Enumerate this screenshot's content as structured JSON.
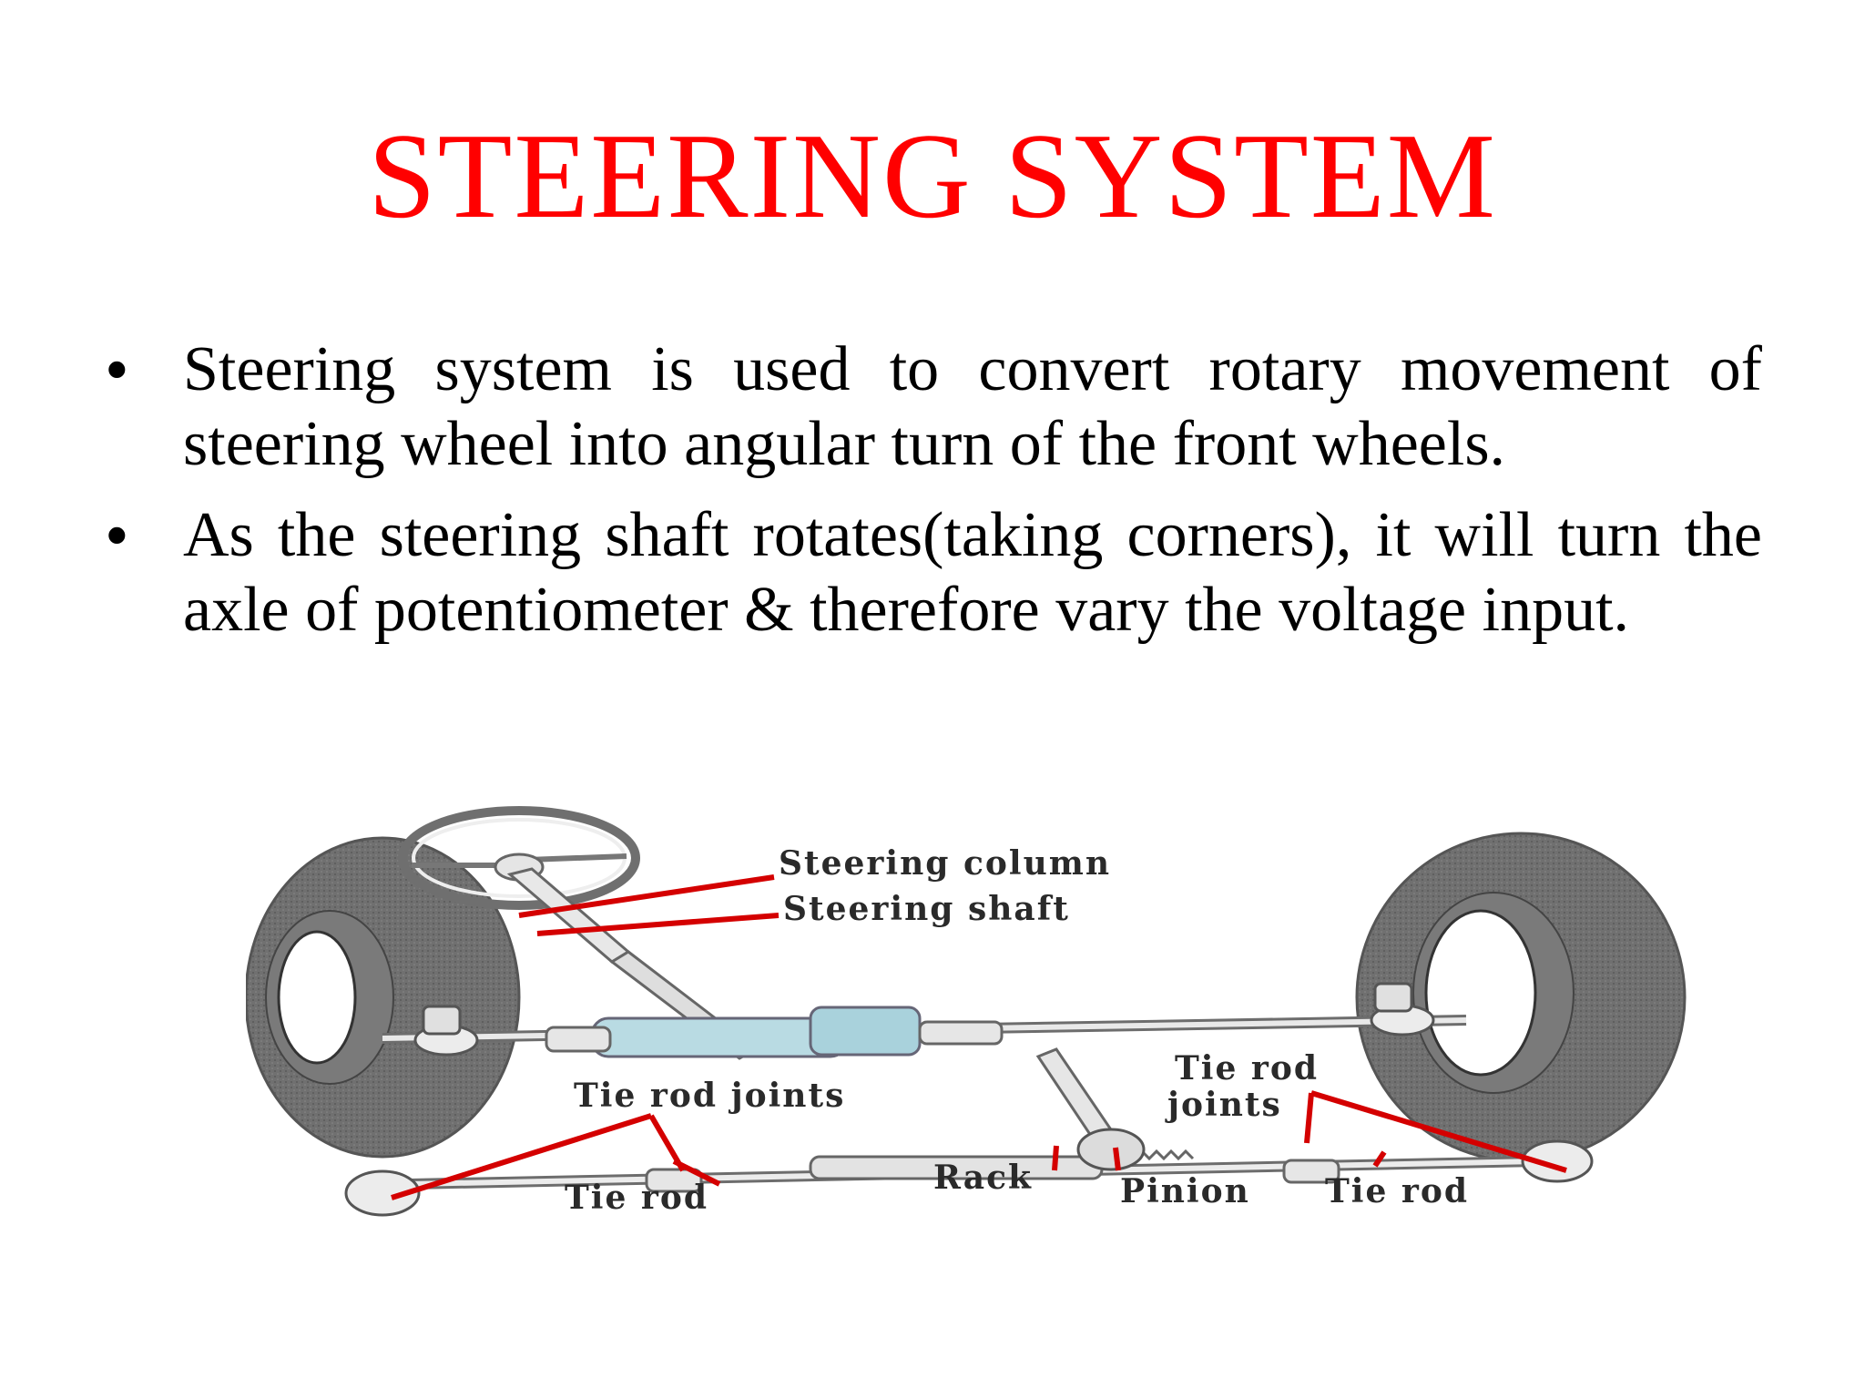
{
  "slide": {
    "title": "STEERING SYSTEM",
    "title_color": "#ff0000",
    "bullets": [
      "Steering system is used to convert rotary movement of steering wheel into angular turn of the front wheels.",
      "As the steering shaft rotates(taking corners), it will turn the axle of potentiometer & therefore vary the voltage input."
    ],
    "bullet_glyph": "•"
  },
  "diagram": {
    "labels": {
      "steering_column": "Steering column",
      "steering_shaft": "Steering shaft",
      "tie_rod_joints_left": "Tie rod joints",
      "tie_rod_joints_right_line1": "Tie rod",
      "tie_rod_joints_right_line2": "joints",
      "tie_rod_left": "Tie rod",
      "rack": "Rack",
      "pinion": "Pinion",
      "tie_rod_right": "Tie rod"
    },
    "leader_color": "#d40000",
    "rack_color": "#9fd0dc",
    "tire_color": "#6f6f6f"
  }
}
